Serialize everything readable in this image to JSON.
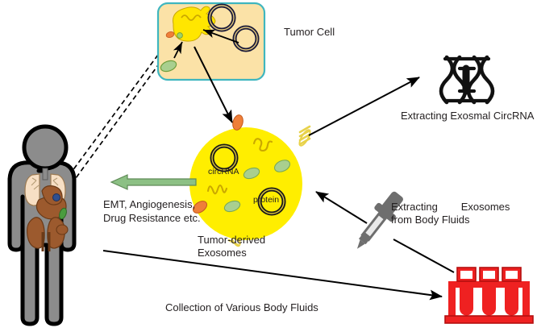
{
  "diagram": {
    "title_text": "",
    "background_color": "#ffffff",
    "labels": {
      "tumor_cell": "Tumor Cell",
      "extract_circrna": "Extracting Exosmal CircRNA",
      "extract_exosomes_line1": "Extracting        Exosomes",
      "extract_exosomes_line2": "from Body Fluids",
      "tumor_derived_line1": "Tumor-derived",
      "tumor_derived_line2": "Exosomes",
      "effects_line1": "EMT, Angiogenesis,",
      "effects_line2": "Drug Resistance etc.",
      "collection": "Collection of Various Body Fluids",
      "circrna_inner": "circRNA",
      "protein_inner": "protein"
    },
    "colors": {
      "tumor_box_fill": "#fbe2a7",
      "tumor_box_border": "#3fb6bf",
      "cell_yellow": "#ffe600",
      "exosome_yellow": "#ffee00",
      "vesicle_dark": "#1a1a3a",
      "protein_green": "#a9cf8f",
      "protein_orange": "#ef7f39",
      "membrane_gold": "#e8d24a",
      "arrow_black": "#000000",
      "arrow_green": "#8cc084",
      "body_gray": "#8c8c8c",
      "body_outline": "#000000",
      "organ_brown": "#9c5a2e",
      "organ_cream": "#f7dfc4",
      "dropper_gray": "#6e6e6e",
      "tube_red": "#ef2121",
      "text_color": "#231f20"
    },
    "elements": {
      "tumor_cell_box": "rounded-rectangle-tumor-cell",
      "dna_helix": "dna-helix-icon",
      "dropper": "dropper-pipette-icon",
      "blood_tubes": "blood-collection-tubes-icon",
      "human_body": "human-body-organs-figure",
      "exosome_circle": "tumor-derived-exosome-circle"
    },
    "arrows": [
      {
        "name": "vesicle-to-cell-arrow",
        "from": "vesicle",
        "to": "tumor-cell"
      },
      {
        "name": "green-oval-to-cell-arrow",
        "from": "green-protein",
        "to": "tumor-cell"
      },
      {
        "name": "cell-to-exosome-arrow",
        "from": "tumor-cell",
        "to": "exosome"
      },
      {
        "name": "exosome-to-dna-arrow",
        "from": "exosome",
        "to": "dna-helix"
      },
      {
        "name": "dropper-to-exosome-arrow",
        "from": "dropper",
        "to": "exosome"
      },
      {
        "name": "tubes-to-dropper-arrow",
        "from": "blood-tubes",
        "to": "dropper"
      },
      {
        "name": "body-to-tubes-line",
        "from": "human-body",
        "to": "blood-tubes"
      },
      {
        "name": "exosome-to-body-green-arrow",
        "from": "exosome",
        "to": "human-body"
      },
      {
        "name": "tumor-box-to-body-dashed-lines",
        "from": "tumor-cell-box",
        "to": "human-body"
      }
    ]
  }
}
